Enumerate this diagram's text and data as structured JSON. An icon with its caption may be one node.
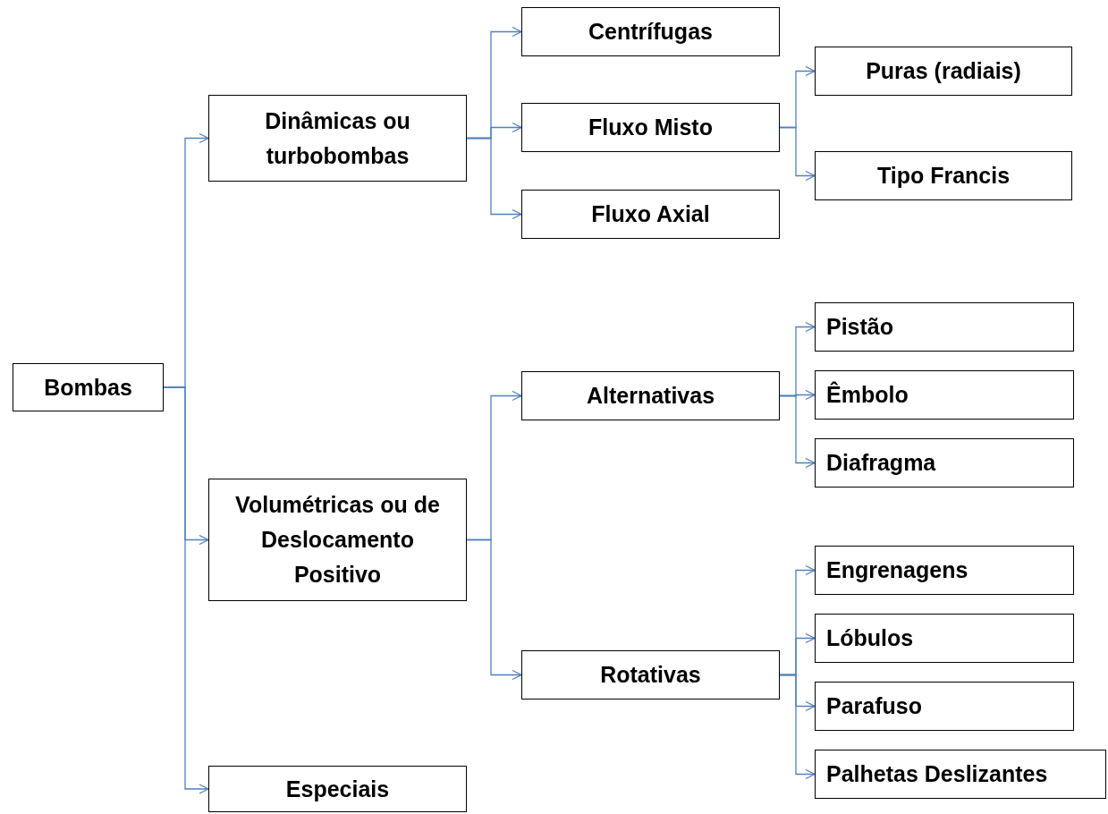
{
  "diagram": {
    "nodes": [
      {
        "text": [
          "Bombas"
        ]
      },
      {
        "text": [
          "Dinâmicas ou turbobombas"
        ]
      },
      {
        "text": [
          "Centrífugas"
        ]
      },
      {
        "text": [
          "Fluxo Misto"
        ]
      },
      {
        "text": [
          "Puras (radiais)"
        ]
      },
      {
        "text": [
          "Tipo Francis"
        ]
      },
      {
        "text": [
          "Fluxo Axial"
        ]
      },
      {
        "text": [
          "Volumétricas ou de Deslocamento Positivo"
        ]
      },
      {
        "text": [
          "Alternativas"
        ]
      },
      {
        "text": [
          "Pistão"
        ]
      },
      {
        "text": [
          "Êmbolo"
        ]
      },
      {
        "text": [
          "Diafragma"
        ]
      },
      {
        "text": [
          "Rotativas"
        ]
      },
      {
        "text": [
          "Engrenagens"
        ]
      },
      {
        "text": [
          "Lóbulos"
        ]
      },
      {
        "text": [
          "Parafuso"
        ]
      },
      {
        "text": [
          "Palhetas Deslizantes"
        ]
      },
      {
        "text": [
          "Especiais"
        ]
      }
    ],
    "edges": [
      {
        "from": 0,
        "to": 1,
        "arrow": "to"
      },
      {
        "from": 0,
        "to": 7,
        "arrow": "to"
      },
      {
        "from": 0,
        "to": 17,
        "arrow": "to"
      },
      {
        "from": 1,
        "to": 2,
        "arrow": "to"
      },
      {
        "from": 1,
        "to": 3,
        "arrow": "to"
      },
      {
        "from": 1,
        "to": 6,
        "arrow": "to"
      },
      {
        "from": 3,
        "to": 4,
        "arrow": "to"
      },
      {
        "from": 3,
        "to": 5,
        "arrow": "to"
      },
      {
        "from": 7,
        "to": 8,
        "arrow": "to"
      },
      {
        "from": 7,
        "to": 12,
        "arrow": "to"
      },
      {
        "from": 8,
        "to": 9,
        "arrow": "to"
      },
      {
        "from": 8,
        "to": 10,
        "arrow": "to"
      },
      {
        "from": 8,
        "to": 11,
        "arrow": "to"
      },
      {
        "from": 12,
        "to": 13,
        "arrow": "to"
      },
      {
        "from": 12,
        "to": 14,
        "arrow": "to"
      },
      {
        "from": 12,
        "to": 15,
        "arrow": "to"
      },
      {
        "from": 12,
        "to": 16,
        "arrow": "to"
      }
    ]
  }
}
